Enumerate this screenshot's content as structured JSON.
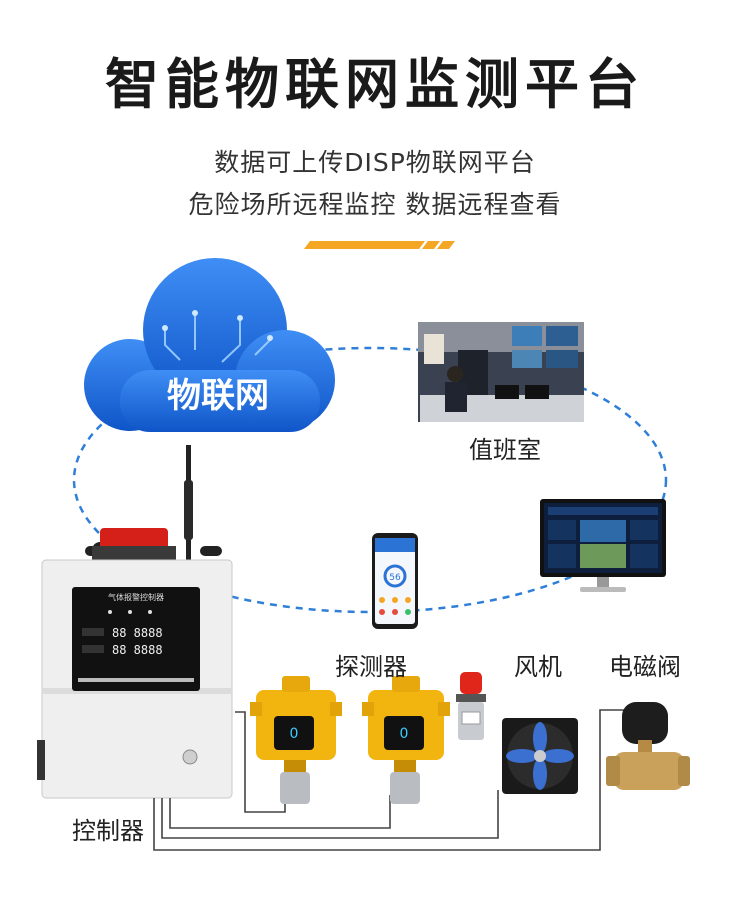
{
  "header": {
    "title": "智能物联网监测平台",
    "subtitle_line1": "数据可上传DISP物联网平台",
    "subtitle_line2": "危险场所远程监控  数据远程查看",
    "accent_color": "#f5a623"
  },
  "diagram": {
    "cloud_label": "物联网",
    "duty_room_label": "值班室",
    "detector_label": "探测器",
    "fan_label": "风机",
    "valve_label": "电磁阀",
    "controller_label": "控制器",
    "controller_panel_title": "气体报警控制器",
    "controller_digits_1": "88 8888",
    "controller_digits_2": "88 8888",
    "phone_gauge_value": "56",
    "detector_display": "0"
  },
  "colors": {
    "cloud_blue": "#1e6fe0",
    "dash_blue": "#2f7fd8",
    "detector_yellow": "#f2b40f",
    "alarm_red": "#e0261a",
    "valve_brass": "#c9a15a"
  }
}
